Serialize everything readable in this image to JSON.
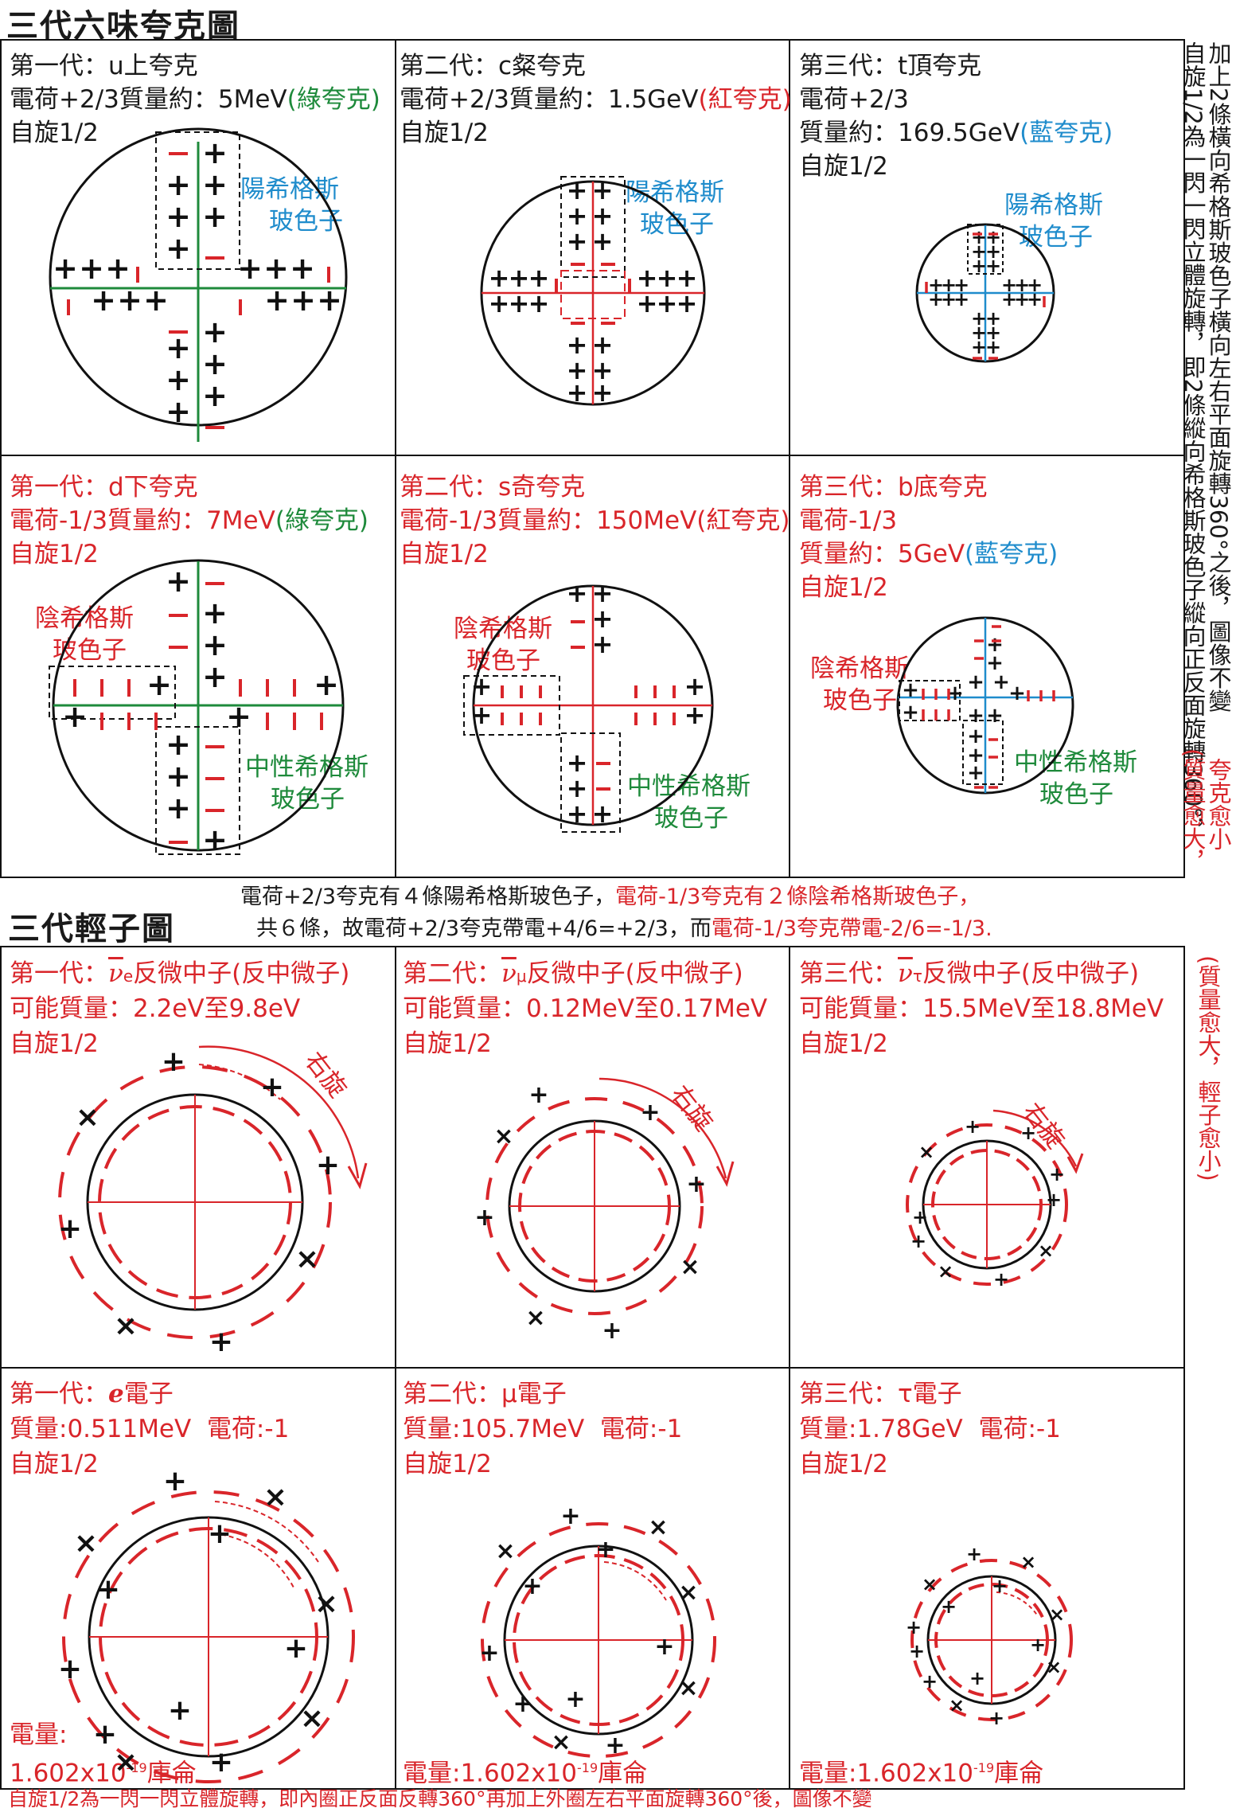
{
  "quark_section": {
    "title": "三代六味夸克圖"
  },
  "quark_panels": [
    {
      "gen": "第一代：u上夸克",
      "l2a": "電荷+2/3質量約：5MeV",
      "l2b": "(綠夸克)",
      "l3": "自旋1/2",
      "l4": "",
      "higgs_a": "陽希格斯",
      "higgs_b": "玻色子",
      "neutral_a": "",
      "neutral_b": ""
    },
    {
      "gen": "第二代：c粲夸克",
      "l2a": "電荷+2/3質量約：1.5GeV",
      "l2b": "(紅夸克)",
      "l3": "自旋1/2",
      "l4": "",
      "higgs_a": "陽希格斯",
      "higgs_b": "玻色子",
      "neutral_a": "",
      "neutral_b": ""
    },
    {
      "gen": "第三代：t頂夸克",
      "l2a": "電荷+2/3",
      "l2b": "",
      "l3": "質量約：169.5GeV",
      "l3b": "(藍夸克)",
      "l4": "自旋1/2",
      "higgs_a": "陽希格斯",
      "higgs_b": "玻色子",
      "neutral_a": "",
      "neutral_b": ""
    },
    {
      "gen": "第一代：d下夸克",
      "l2a": "電荷-1/3質量約：7MeV",
      "l2b": "(綠夸克)",
      "l3": "自旋1/2",
      "l4": "",
      "higgs_a": "陰希格斯",
      "higgs_b": "玻色子",
      "neutral_a": "中性希格斯",
      "neutral_b": "玻色子"
    },
    {
      "gen": "第二代：s奇夸克",
      "l2a": "電荷-1/3質量約：150MeV",
      "l2b": "(紅夸克)",
      "l3": "自旋1/2",
      "l4": "",
      "higgs_a": "陰希格斯",
      "higgs_b": "玻色子",
      "neutral_a": "中性希格斯",
      "neutral_b": "玻色子"
    },
    {
      "gen": "第三代：b底夸克",
      "l2a": "電荷-1/3",
      "l2b": "",
      "l3": "質量約：5GeV",
      "l3b": "(藍夸克)",
      "l4": "自旋1/2",
      "higgs_a": "陰希格斯",
      "higgs_b": "玻色子",
      "neutral_a": "中性希格斯",
      "neutral_b": "玻色子"
    }
  ],
  "side_note_top": {
    "col1": "加上2條橫向希格斯玻色子橫向左右平面旋轉360°之後，圖像不變",
    "col2": "自旋1/2為一閃一閃立體旋轉，即2條縱向希格斯玻色子縱向正反面旋轉360°，",
    "col3": "夸克愈小",
    "col4": "(質量愈大，"
  },
  "side_note_bottom": "(質量愈大，輕子愈小)",
  "middle_note": {
    "l1a": "電荷+2/3夸克有４條陽希格斯玻色子，",
    "l1b": "電荷-1/3夸克有２條陰希格斯玻色子，",
    "l2a": "共６條，故電荷+2/3夸克帶電+4/6=+2/3，而",
    "l2b": "電荷-1/3夸克帶電-2/6=-1/3."
  },
  "lepton_section": {
    "title": "三代輕子圖"
  },
  "neutrino_panels": [
    {
      "gen": "第一代：",
      "sym": "ν",
      "sub": "e",
      "rest": "反微中子(反中微子)",
      "mass": "可能質量：2.2eV至9.8eV",
      "spin": "自旋1/2",
      "arrow": "右旋"
    },
    {
      "gen": "第二代：",
      "sym": "ν",
      "sub": "μ",
      "rest": "反微中子(反中微子)",
      "mass": "可能質量：0.12MeV至0.17MeV",
      "spin": "自旋1/2",
      "arrow": "右旋"
    },
    {
      "gen": "第三代：",
      "sym": "ν",
      "sub": "τ",
      "rest": "反微中子(反中微子)",
      "mass": "可能質量：15.5MeV至18.8MeV",
      "spin": "自旋1/2",
      "arrow": "右旋"
    }
  ],
  "electron_panels": [
    {
      "gen": "第一代：",
      "sym": "e",
      "rest": "電子",
      "mass": "質量:0.511MeV",
      "charge": "電荷:-1",
      "spin": "自旋1/2",
      "q1": "電量:",
      "q2": "1.602x10",
      "exp": "-19",
      "unit": "庫侖"
    },
    {
      "gen": "第二代：",
      "sym": "μ",
      "rest": "電子",
      "mass": "質量:105.7MeV",
      "charge": "電荷:-1",
      "spin": "自旋1/2",
      "q1": "",
      "q2": "電量:1.602x10",
      "exp": "-19",
      "unit": "庫侖"
    },
    {
      "gen": "第三代：",
      "sym": "τ",
      "rest": "電子",
      "mass": "質量:1.78GeV",
      "charge": "電荷:-1",
      "spin": "自旋1/2",
      "q1": "",
      "q2": "電量:1.602x10",
      "exp": "-19",
      "unit": "庫侖"
    }
  ],
  "footer": "自旋1/2為一閃一閃立體旋轉，即內圈正反面反轉360°再加上外圈左右平面旋轉360°後，圖像不變",
  "colors": {
    "red": "#d9252a",
    "green": "#1e8a3b",
    "blue": "#1f8ccc",
    "black": "#111111"
  }
}
